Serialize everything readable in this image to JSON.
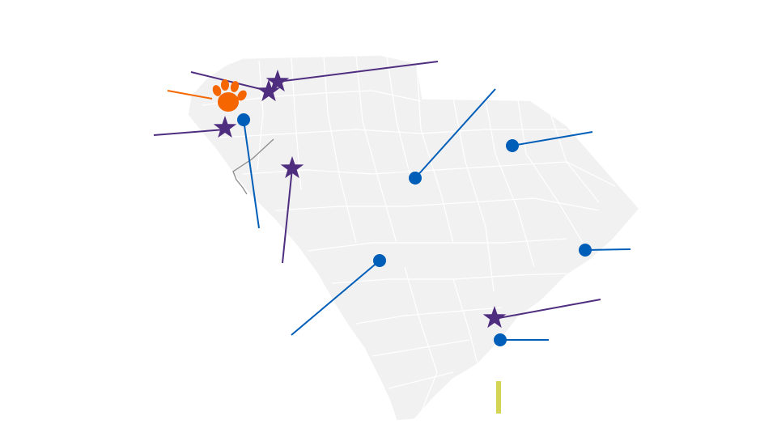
{
  "map": {
    "region": "South Carolina",
    "colors": {
      "state_fill": "#f1f1f1",
      "county_border": "#ffffff",
      "purple": "#4f2d7f",
      "blue": "#005eb8",
      "orange": "#f56600",
      "gray_line": "#8c8c8c",
      "yellow_accent": "#d4d455"
    },
    "markers": [
      {
        "kind": "paw-icon",
        "color": "orange"
      },
      {
        "kind": "star-icon",
        "color": "purple"
      },
      {
        "kind": "star-icon",
        "color": "purple"
      },
      {
        "kind": "star-icon",
        "color": "purple"
      },
      {
        "kind": "star-icon",
        "color": "purple"
      },
      {
        "kind": "star-icon",
        "color": "purple"
      },
      {
        "kind": "dot-icon",
        "color": "blue"
      },
      {
        "kind": "dot-icon",
        "color": "blue"
      },
      {
        "kind": "dot-icon",
        "color": "blue"
      },
      {
        "kind": "dot-icon",
        "color": "blue"
      },
      {
        "kind": "dot-icon",
        "color": "blue"
      },
      {
        "kind": "dot-icon",
        "color": "blue"
      }
    ]
  }
}
